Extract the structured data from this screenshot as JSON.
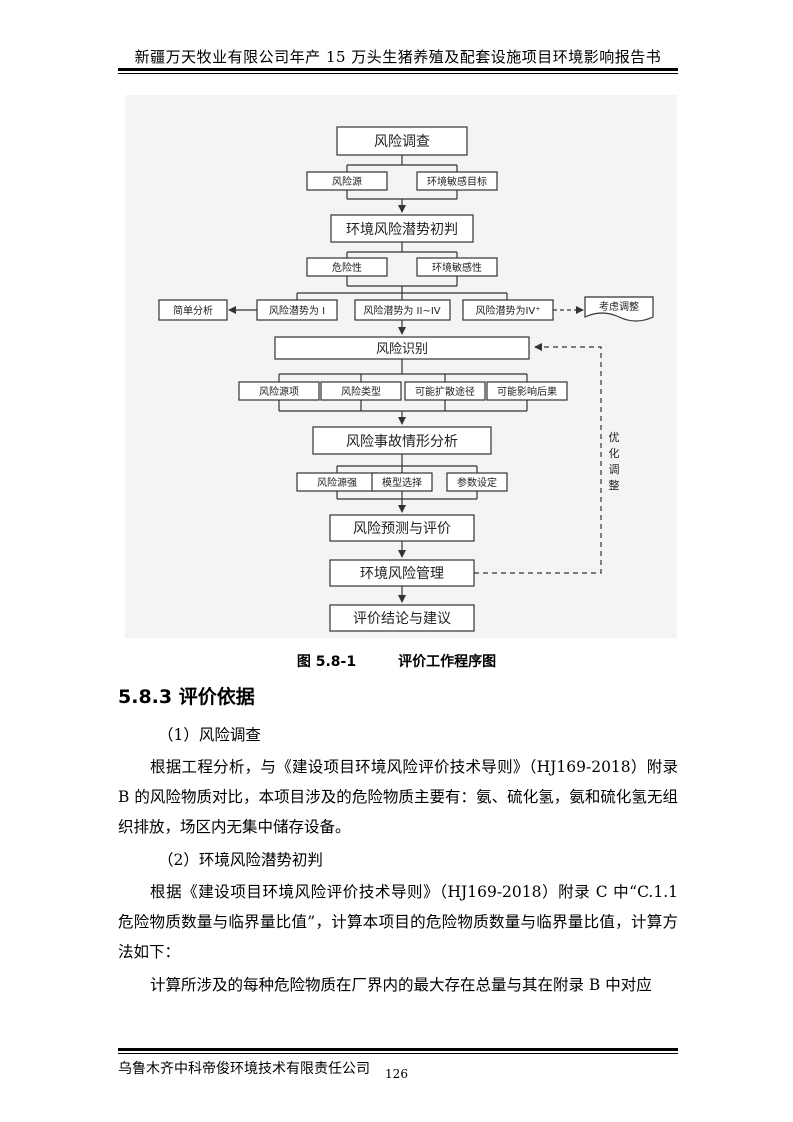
{
  "header": {
    "title": "新疆万天牧业有限公司年产 15 万头生猪养殖及配套设施项目环境影响报告书"
  },
  "flowchart": {
    "n1": "风险调查",
    "n2a": "风险源",
    "n2b": "环境敏感目标",
    "n3": "环境风险潜势初判",
    "n4a": "危险性",
    "n4b": "环境敏感性",
    "n5l": "简单分析",
    "n5a": "风险潜势为 I",
    "n5b": "风险潜势为 II~IV",
    "n5c": "风险潜势为IV⁺",
    "n5r": "考虑调整",
    "n6": "风险识别",
    "n7a": "风险源项",
    "n7b": "风险类型",
    "n7c": "可能扩散途径",
    "n7d": "可能影响后果",
    "n8": "风险事故情形分析",
    "n9a": "风险源强",
    "n9b": "模型选择",
    "n9c": "参数设定",
    "n10": "风险预测与评价",
    "n11": "环境风险管理",
    "n12": "评价结论与建议",
    "side_label": [
      "优",
      "化",
      "调",
      "整"
    ]
  },
  "figure_caption": {
    "number": "图 5.8-1",
    "title": "评价工作程序图"
  },
  "section": {
    "heading": "5.8.3 评价依据"
  },
  "paragraphs": {
    "p1": "（1）风险调查",
    "p2": "根据工程分析，与《建设项目环境风险评价技术导则》（HJ169-2018）附录B 的风险物质对比，本项目涉及的危险物质主要有：氨、硫化氢，氨和硫化氢无组织排放，场区内无集中储存设备。",
    "p3": "（2）环境风险潜势初判",
    "p4": "根据《建设项目环境风险评价技术导则》（HJ169-2018）附录 C 中“C.1.1 危险物质数量与临界量比值”，计算本项目的危险物质数量与临界量比值，计算方法如下：",
    "p5": "计算所涉及的每种危险物质在厂界内的最大存在总量与其在附录 B 中对应"
  },
  "footer": {
    "company": "乌鲁木齐中科帝俊环境技术有限责任公司",
    "page_number": "126"
  }
}
